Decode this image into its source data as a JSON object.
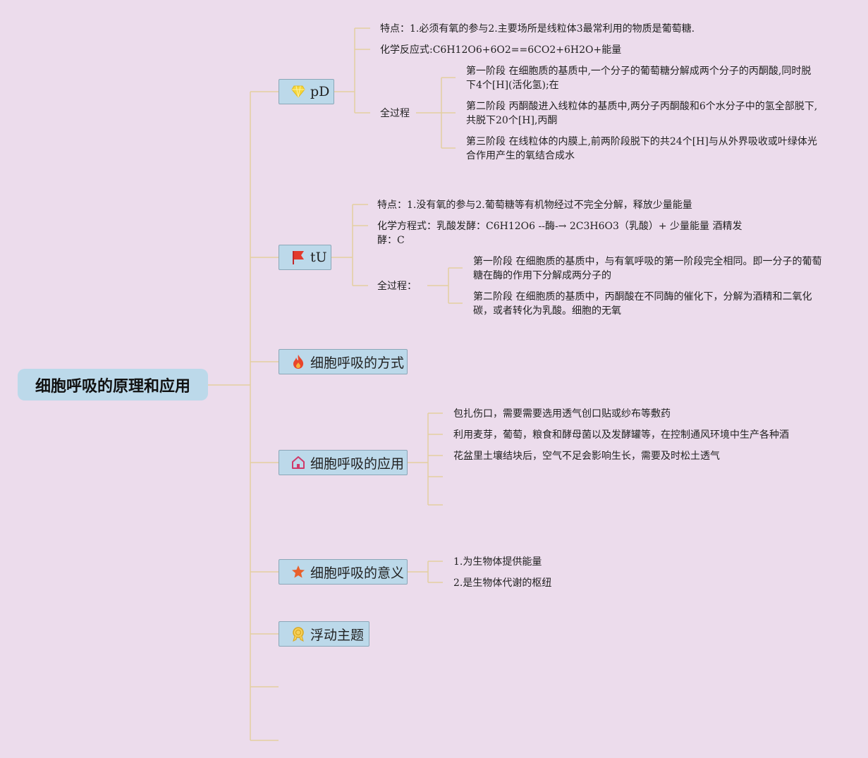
{
  "root": {
    "title": "细胞呼吸的原理和应用"
  },
  "branches": [
    {
      "label": "pD",
      "icon": "diamond-icon"
    },
    {
      "label": "tU",
      "icon": "red-flag-icon"
    },
    {
      "label": "细胞呼吸的方式",
      "icon": "fire-icon"
    },
    {
      "label": "细胞呼吸的应用",
      "icon": "house-icon"
    },
    {
      "label": "细胞呼吸的意义",
      "icon": "star-icon"
    },
    {
      "label": "浮动主题",
      "icon": "medal-icon"
    }
  ],
  "aerobic": {
    "trait": "特点：1.必须有氧的参与2.主要场所是线粒体3最常利用的物质是葡萄糖.",
    "equation": "化学反应式:C6H12O6+6O2==6CO2+6H2O+能量",
    "process_label": "全过程",
    "stages": [
      [
        "第一阶段 在细胞质的基质中,一个分子的葡萄糖分解成两个分子的丙酮酸,同时脱",
        "下4个[H](活化氢);在"
      ],
      [
        "第二阶段 丙酮酸进入线粒体的基质中,两分子丙酮酸和6个水分子中的氢全部脱下,",
        "共脱下20个[H],丙酮"
      ],
      [
        "第三阶段 在线粒体的内膜上,前两阶段脱下的共24个[H]与从外界吸收或叶绿体光",
        "合作用产生的氧结合成水"
      ]
    ]
  },
  "anaerobic": {
    "trait": "特点：1.没有氧的参与2.葡萄糖等有机物经过不完全分解，释放少量能量",
    "equation": [
      "化学方程式：乳酸发酵：C6H12O6 --酶-→ 2C3H6O3（乳酸）+ 少量能量 酒精发",
      "酵：C"
    ],
    "process_label": "全过程：",
    "stages": [
      [
        "第一阶段 在细胞质的基质中，与有氧呼吸的第一阶段完全相同。即一分子的葡萄",
        "糖在酶的作用下分解成两分子的"
      ],
      [
        "第二阶段 在细胞质的基质中，丙酮酸在不同酶的催化下，分解为酒精和二氧化",
        "碳，或者转化为乳酸。细胞的无氧"
      ]
    ]
  },
  "applications": [
    "包扎伤口，需要需要选用透气创口贴或纱布等敷药",
    "利用麦芽，葡萄，粮食和酵母菌以及发酵罐等，在控制通风环境中生产各种酒",
    "花盆里土壤结块后，空气不足会影响生长，需要及时松土透气"
  ],
  "significance": [
    "1.为生物体提供能量",
    "2.是生物体代谢的枢纽"
  ],
  "colors": {
    "background": "#ecdcec",
    "node": "#bcd9ea",
    "line": "#e3cfa0"
  }
}
